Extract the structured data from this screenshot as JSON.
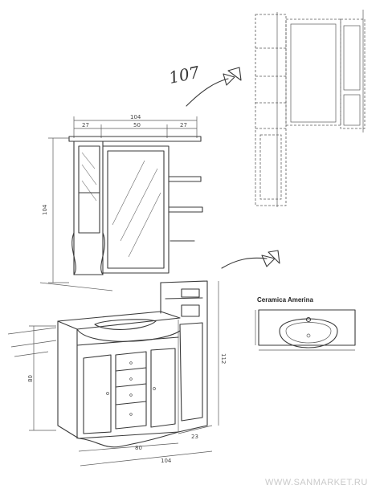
{
  "sketch": {
    "number": "107",
    "product_label": "Ceramica Amerina",
    "watermark": "WWW.SANMARKET.RU",
    "dims_top": {
      "total": "104",
      "left": "27",
      "mid": "50",
      "right": "27"
    },
    "dims_upper_height": "104",
    "dims_lower": {
      "height_left": "80",
      "height_right": "112",
      "width_front": "80",
      "width_total": "104",
      "side": "23"
    }
  }
}
